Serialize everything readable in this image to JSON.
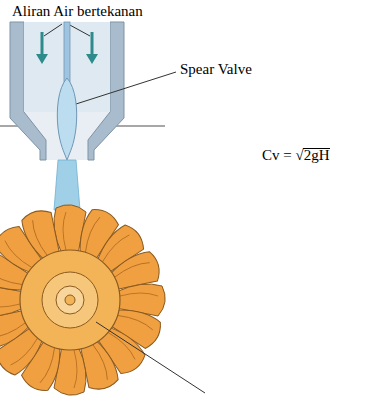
{
  "diagram": {
    "labels": [
      "Aliran Air bertekanan",
      "Spear Valve",
      "Cv = √2gH"
    ]
  }
}
